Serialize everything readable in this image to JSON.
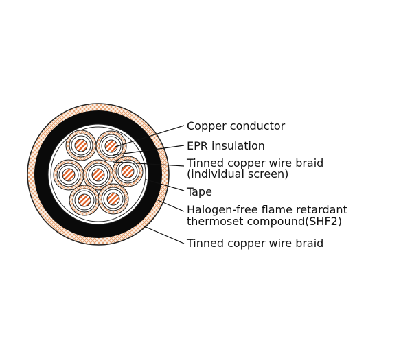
{
  "labels": {
    "copper_conductor": "Copper conductor",
    "epr_insulation": "EPR insulation",
    "individual_screen_line1": "Tinned copper wire braid",
    "individual_screen_line2": "(individual screen)",
    "tape": "Tape",
    "sheath_line1": "Halogen-free flame retardant",
    "sheath_line2": "thermoset compound(SHF2)",
    "outer_braid": "Tinned copper wire braid"
  },
  "colors": {
    "copper": "#e0642a",
    "braid": "#e8a070",
    "sheath": "#0a0a0a"
  }
}
